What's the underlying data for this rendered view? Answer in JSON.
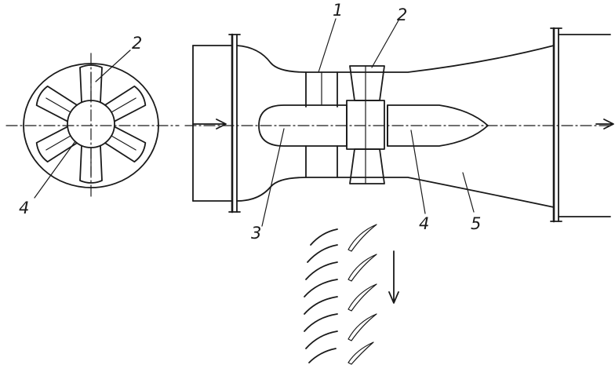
{
  "labels": {
    "front_view_blade": "2",
    "front_view_hub": "4",
    "straightener": "1",
    "impeller_blade": "2",
    "nose_cone": "3",
    "rear_fairing": "4",
    "diffuser": "5"
  }
}
